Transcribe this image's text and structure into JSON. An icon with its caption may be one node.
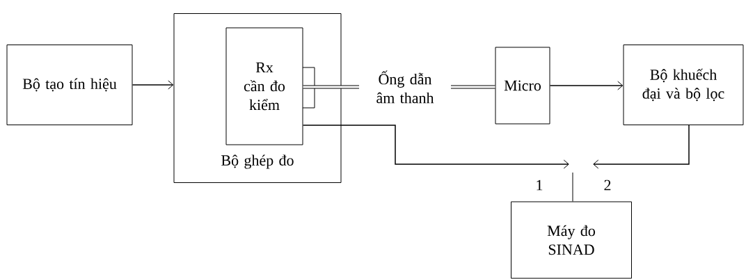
{
  "diagram": {
    "nodes": [
      {
        "text": [
          "Bộ tạo tín hiệu"
        ]
      },
      {
        "text": [
          "Bộ ghép đo"
        ]
      },
      {
        "text": [
          "Rx cần đo kiểm"
        ],
        "in": 1
      },
      {
        "text": [
          "Micro"
        ]
      },
      {
        "text": [
          "Bộ khuếch đại và bộ lọc"
        ]
      },
      {
        "text": [
          "Máy đo SINAD"
        ]
      }
    ],
    "edges": [
      {
        "from": 0,
        "to": 1,
        "arrow": "to"
      },
      {
        "from": 2,
        "to": 3,
        "arrow": "none",
        "label": "Ống dẫn âm thanh",
        "style": "thick"
      },
      {
        "from": 3,
        "to": 4,
        "arrow": "to"
      },
      {
        "from": 2,
        "to": null,
        "arrow": "to"
      },
      {
        "from": 4,
        "to": null,
        "arrow": "to"
      },
      {
        "from": 5,
        "to": null,
        "arrow": "none"
      }
    ],
    "labels": [
      "1",
      "2"
    ]
  }
}
